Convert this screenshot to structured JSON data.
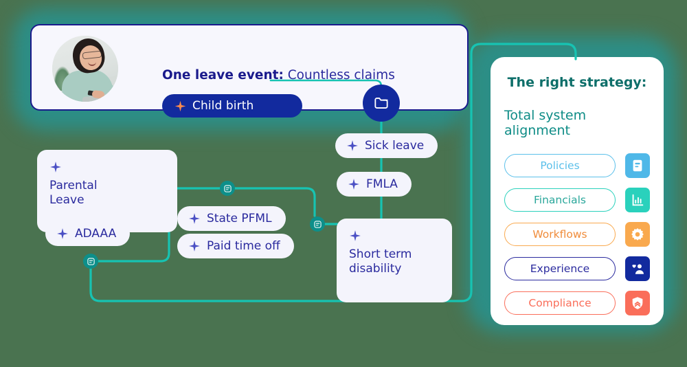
{
  "colors": {
    "page_background": "#4a7350",
    "teal_backdrop": "#2c8e86",
    "teal_line": "#17c3b2",
    "teal_dark": "#0d8f8a",
    "navy": "#122a9e",
    "indigo_text": "#2a2a9e",
    "chip_bg": "#f4f4fc",
    "orange_sparkle": "#f98a4e"
  },
  "hero": {
    "heading_bold": "One leave event:",
    "heading_normal": "Countless claims",
    "pill_label": "Child birth",
    "pill_icon": "sparkle-icon",
    "avatar_icon": "avatar-photo",
    "node_icon": "folder-icon"
  },
  "diagram": {
    "nodes": [
      {
        "id": "parental-leave",
        "label": "Parental\nLeave",
        "icon": "sparkle-icon"
      },
      {
        "id": "adaaa",
        "label": "ADAAA",
        "icon": "sparkle-icon"
      },
      {
        "id": "state-pfml",
        "label": "State PFML",
        "icon": "sparkle-icon"
      },
      {
        "id": "paid-time-off",
        "label": "Paid time off",
        "icon": "sparkle-icon"
      },
      {
        "id": "sick-leave",
        "label": "Sick leave",
        "icon": "sparkle-icon"
      },
      {
        "id": "fmla",
        "label": "FMLA",
        "icon": "sparkle-icon"
      },
      {
        "id": "short-term-disability",
        "label": "Short term\ndisability",
        "icon": "sparkle-icon"
      }
    ],
    "junction_icon": "document-node-icon",
    "junction_count": 3
  },
  "strategy": {
    "title": "The right strategy:",
    "subtitle": "Total system alignment",
    "rows": [
      {
        "label": "Policies",
        "border": "#5bc0ea",
        "text": "#5bc0ea",
        "icon_bg": "#4fb8e8",
        "icon": "document-icon"
      },
      {
        "label": "Financials",
        "border": "#2ad1bc",
        "text": "#2aa79b",
        "icon_bg": "#2ad1bc",
        "icon": "bar-chart-icon"
      },
      {
        "label": "Workflows",
        "border": "#f9a94e",
        "text": "#f08c3a",
        "icon_bg": "#f9a94e",
        "icon": "gear-icon"
      },
      {
        "label": "Experience",
        "border": "#2a2a9e",
        "text": "#2a2a9e",
        "icon_bg": "#122a9e",
        "icon": "people-heart-icon"
      },
      {
        "label": "Compliance",
        "border": "#fa6e5a",
        "text": "#fa6e5a",
        "icon_bg": "#fa6e5a",
        "icon": "shield-icon"
      }
    ]
  }
}
